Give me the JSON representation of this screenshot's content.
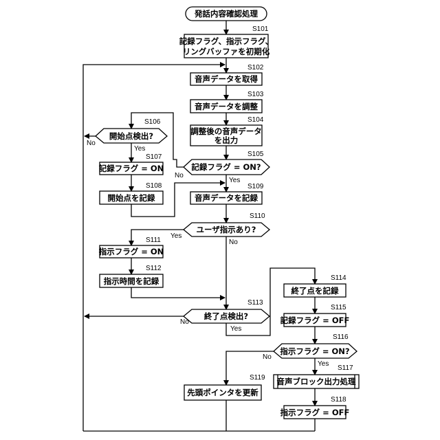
{
  "flowchart": {
    "start": "発話内容確認処理",
    "steps": {
      "s101": {
        "id": "S101",
        "line1": "記録フラグ、指示フラグ、",
        "line2": "リングバッファを初期化"
      },
      "s102": {
        "id": "S102",
        "text": "音声データを取得"
      },
      "s103": {
        "id": "S103",
        "text": "音声データを調整"
      },
      "s104": {
        "id": "S104",
        "line1": "調整後の音声データ",
        "line2": "を出力"
      },
      "s105": {
        "id": "S105",
        "text": "記録フラグ = ON?"
      },
      "s106": {
        "id": "S106",
        "text": "開始点検出?"
      },
      "s107": {
        "id": "S107",
        "text": "記録フラグ = ON"
      },
      "s108": {
        "id": "S108",
        "text": "開始点を記録"
      },
      "s109": {
        "id": "S109",
        "text": "音声データを記録"
      },
      "s110": {
        "id": "S110",
        "text": "ユーザ指示あり?"
      },
      "s111": {
        "id": "S111",
        "text": "指示フラグ = ON"
      },
      "s112": {
        "id": "S112",
        "text": "指示時間を記録"
      },
      "s113": {
        "id": "S113",
        "text": "終了点検出?"
      },
      "s114": {
        "id": "S114",
        "text": "終了点を記録"
      },
      "s115": {
        "id": "S115",
        "text": "記録フラグ = OFF"
      },
      "s116": {
        "id": "S116",
        "text": "指示フラグ = ON?"
      },
      "s117": {
        "id": "S117",
        "text": "音声ブロック出力処理"
      },
      "s118": {
        "id": "S118",
        "text": "指示フラグ = OFF"
      },
      "s119": {
        "id": "S119",
        "text": "先頭ポインタを更新"
      }
    },
    "branch_labels": {
      "yes": "Yes",
      "no": "No"
    }
  }
}
